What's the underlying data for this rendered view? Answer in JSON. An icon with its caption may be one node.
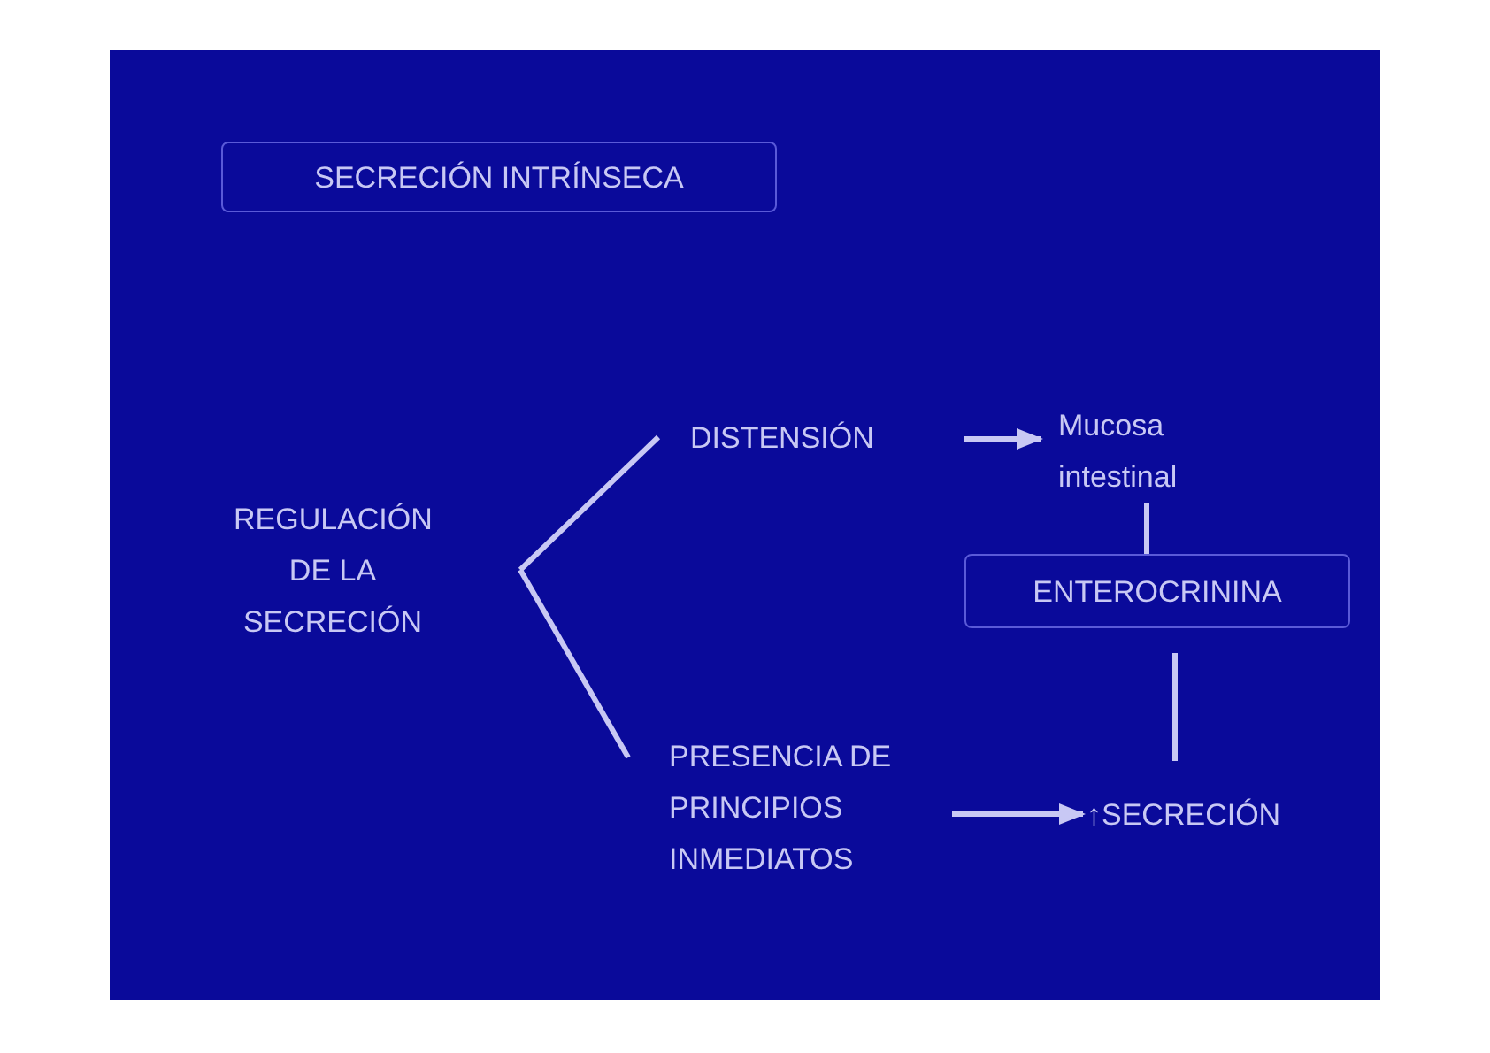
{
  "diagram": {
    "nodes": [
      {
        "text": [
          "SECRECIÓN INTRÍNSECA"
        ]
      },
      {
        "text": [
          "REGULACIÓN DE LA SECRECIÓN"
        ]
      },
      {
        "text": [
          "DISTENSIÓN"
        ]
      },
      {
        "text": [
          "Mucosa intestinal"
        ]
      },
      {
        "text": [
          "ENTEROCRININA"
        ]
      },
      {
        "text": [
          "PRESENCIA DE PRINCIPIOS INMEDIATOS"
        ]
      },
      {
        "text": [
          "↑SECRECIÓN"
        ]
      }
    ],
    "edges": [
      {
        "from": 1,
        "to": 2,
        "arrow": "none"
      },
      {
        "from": 1,
        "to": 5,
        "arrow": "none"
      },
      {
        "from": 2,
        "to": 3,
        "arrow": "to"
      },
      {
        "from": 3,
        "to": 4,
        "arrow": "none"
      },
      {
        "from": 4,
        "to": 6,
        "arrow": "none"
      },
      {
        "from": 5,
        "to": 6,
        "arrow": "to"
      }
    ]
  }
}
